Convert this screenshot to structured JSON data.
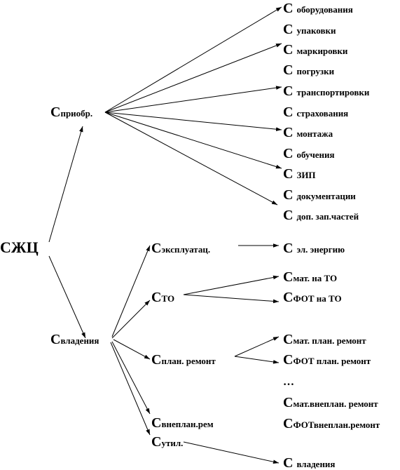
{
  "diagram": {
    "root": "СЖЦ",
    "c": "С",
    "acquisition": {
      "label": "приобр.",
      "items": [
        "оборудования",
        "упаковки",
        "маркировки",
        "погрузки",
        "транспортировки",
        "страхования",
        "монтажа",
        "обучения",
        "ЗИП",
        "документации",
        "доп. зап.частей"
      ]
    },
    "ownership": {
      "label": "владения",
      "operation": {
        "label": "эксплуатац.",
        "item": "эл. энергию"
      },
      "maintenance": {
        "label": "ТО",
        "items": [
          "мат. на ТО",
          "ФОТ на ТО"
        ]
      },
      "planned_repair": {
        "label": "план. ремонт",
        "items": [
          "мат. план. ремонт",
          "ФОТ план. ремонт"
        ]
      },
      "ellipsis": "…",
      "unplanned_items": [
        "мат.внеплан. ремонт",
        "ФОТвнеплан.ремонт"
      ],
      "unplanned_repair": {
        "label": "внеплан.рем"
      },
      "disposal": {
        "label": "утил."
      }
    },
    "final": "владения"
  }
}
